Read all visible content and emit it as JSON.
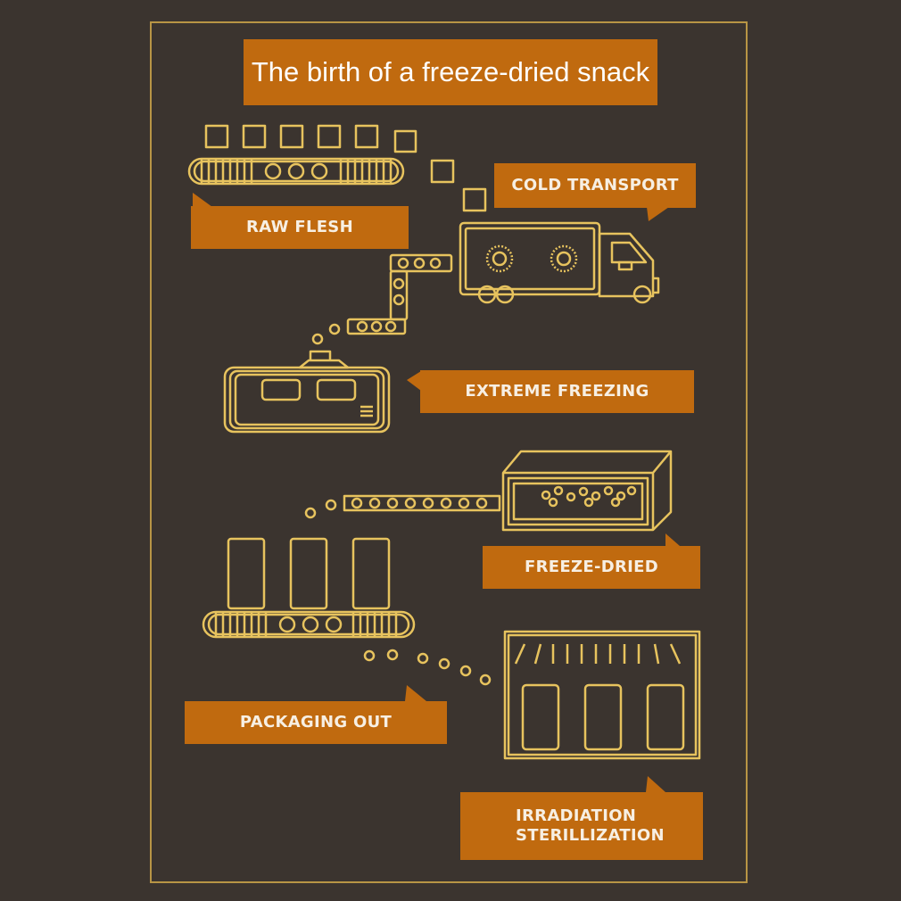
{
  "title": "The birth of a freeze-dried snack",
  "steps": [
    {
      "label": "RAW FLESH"
    },
    {
      "label": "COLD TRANSPORT"
    },
    {
      "label": "EXTREME FREEZING"
    },
    {
      "label": "FREEZE-DRIED"
    },
    {
      "label": "PACKAGING OUT"
    },
    {
      "label": "IRRADIATION\nSTERILLIZATION"
    }
  ],
  "colors": {
    "background": "#3b342f",
    "label_fill": "#c06a0f",
    "line_art": "#e7c35e",
    "frame": "#b89545"
  },
  "icons": [
    "conveyor-icon",
    "truck-icon",
    "freezer-icon",
    "drying-chamber-icon",
    "package-icon",
    "sterilization-chamber-icon"
  ]
}
